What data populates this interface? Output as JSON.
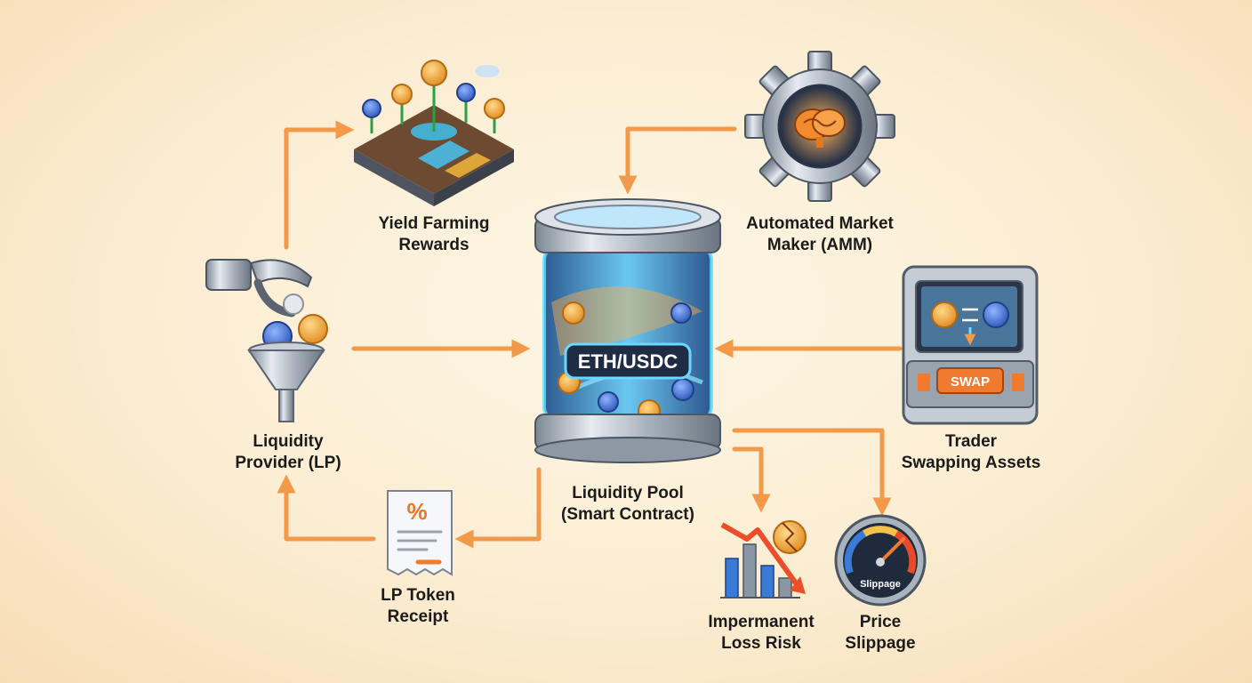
{
  "nodes": {
    "yield": {
      "line1": "Yield Farming",
      "line2": "Rewards"
    },
    "amm": {
      "line1": "Automated Market",
      "line2": "Maker (AMM)"
    },
    "lp": {
      "line1": "Liquidity",
      "line2": "Provider (LP)"
    },
    "pool": {
      "line1": "Liquidity Pool",
      "line2": "(Smart Contract)",
      "badge": "ETH/USDC"
    },
    "trader": {
      "line1": "Trader",
      "line2": "Swapping Assets",
      "button": "SWAP"
    },
    "receipt": {
      "line1": "LP Token",
      "line2": "Receipt",
      "symbol": "%"
    },
    "impermanent": {
      "line1": "Impermanent",
      "line2": "Loss Risk"
    },
    "slippage": {
      "line1": "Price",
      "line2": "Slippage",
      "gauge": "Slippage"
    }
  },
  "colors": {
    "arrow": "#f39a4a",
    "pool_glow": "#39c6ff",
    "coin_gold": "#f2a93b",
    "coin_blue": "#4a79d9"
  }
}
